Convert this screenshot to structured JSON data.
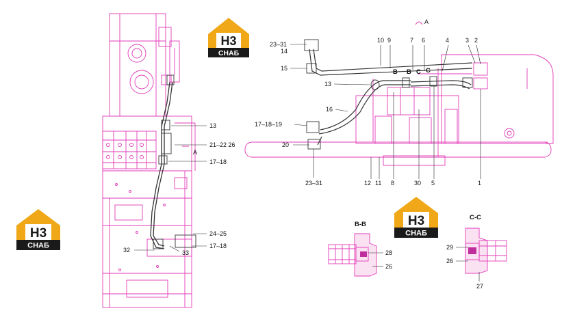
{
  "logo": {
    "mark": "H3",
    "word": "CHAБ"
  },
  "colors": {
    "outline": "#e23ab8",
    "hose": "#333333",
    "logo_gold": "#f0a818",
    "logo_black": "#1a1a1a",
    "leader": "#222222"
  },
  "view_a_marker": "A",
  "side_view_labels": {
    "l13": "13",
    "l21_22_26": "21–22 26",
    "lA": "A",
    "l17_18_top": "17–18",
    "l24_25": "24–25",
    "l17_18_bottom": "17–18",
    "l32": "32",
    "l33": "33"
  },
  "top_view_labels": {
    "l23_31_top": "23–31",
    "l14": "14",
    "l15": "15",
    "l10": "10",
    "l9": "9",
    "l7": "7",
    "l6": "6",
    "l4": "4",
    "l3": "3",
    "l2": "2",
    "lB1": "B",
    "lB2": "B",
    "lC1": "C",
    "lC2": "C",
    "l13": "13",
    "l16": "16",
    "l17_18_19": "17–18–19",
    "l20": "20",
    "l23_31_bottom": "23–31",
    "l12": "12",
    "l11": "11",
    "l8": "8",
    "l30": "30",
    "l5": "5",
    "l1": "1"
  },
  "section_bb": {
    "title": "B-B",
    "l28": "28",
    "l26": "26"
  },
  "section_cc": {
    "title": "C-C",
    "l29": "29",
    "l26": "26",
    "l27": "27"
  }
}
